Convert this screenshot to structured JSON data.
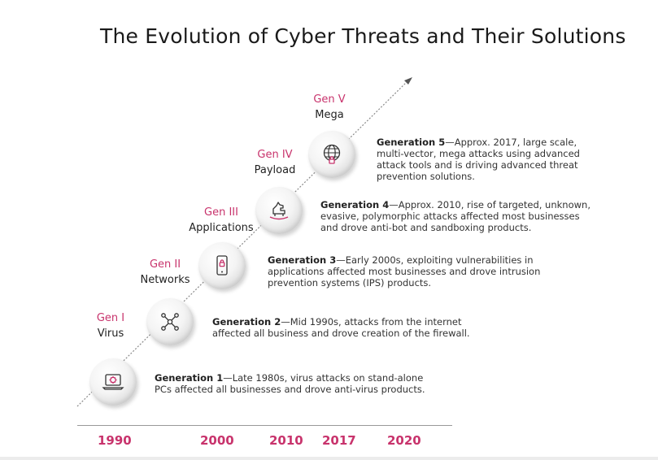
{
  "title": "The Evolution of Cyber Threats and Their Solutions",
  "generations": [
    {
      "num": "Gen I",
      "name": "Virus",
      "icon": "virus-laptop-icon",
      "heading": "Generation 1",
      "text": "—Late 1980s, virus attacks on stand-alone",
      "text2": "PCs affected all businesses and drove anti-virus products."
    },
    {
      "num": "Gen II",
      "name": "Networks",
      "icon": "network-nodes-icon",
      "heading": "Generation 2",
      "text": "—Mid 1990s, attacks from the internet",
      "text2": "affected all business and drove creation of the firewall."
    },
    {
      "num": "Gen III",
      "name": "Applications",
      "icon": "mobile-lock-icon",
      "heading": "Generation 3",
      "text": "—Early 2000s, exploiting vulnerabilities in",
      "text2": "applications affected most businesses and drove intrusion",
      "text3": "prevention systems (IPS) products."
    },
    {
      "num": "Gen IV",
      "name": "Payload",
      "icon": "trojan-horse-icon",
      "heading": "Generation 4",
      "text": "—Approx. 2010, rise of targeted, unknown,",
      "text2": "evasive, polymorphic attacks affected most businesses",
      "text3": "and drove anti-bot and sandboxing products."
    },
    {
      "num": "Gen V",
      "name": "Mega",
      "icon": "globe-lock-icon",
      "heading": "Generation 5",
      "text": "—Approx. 2017, large scale,",
      "text2": "multi-vector, mega attacks using advanced",
      "text3": "attack tools and is driving advanced threat",
      "text4": "prevention solutions."
    }
  ],
  "years": [
    "1990",
    "2000",
    "2010",
    "2017",
    "2020"
  ],
  "colors": {
    "accent": "#c8336c",
    "text": "#222222",
    "axis": "#999999"
  }
}
